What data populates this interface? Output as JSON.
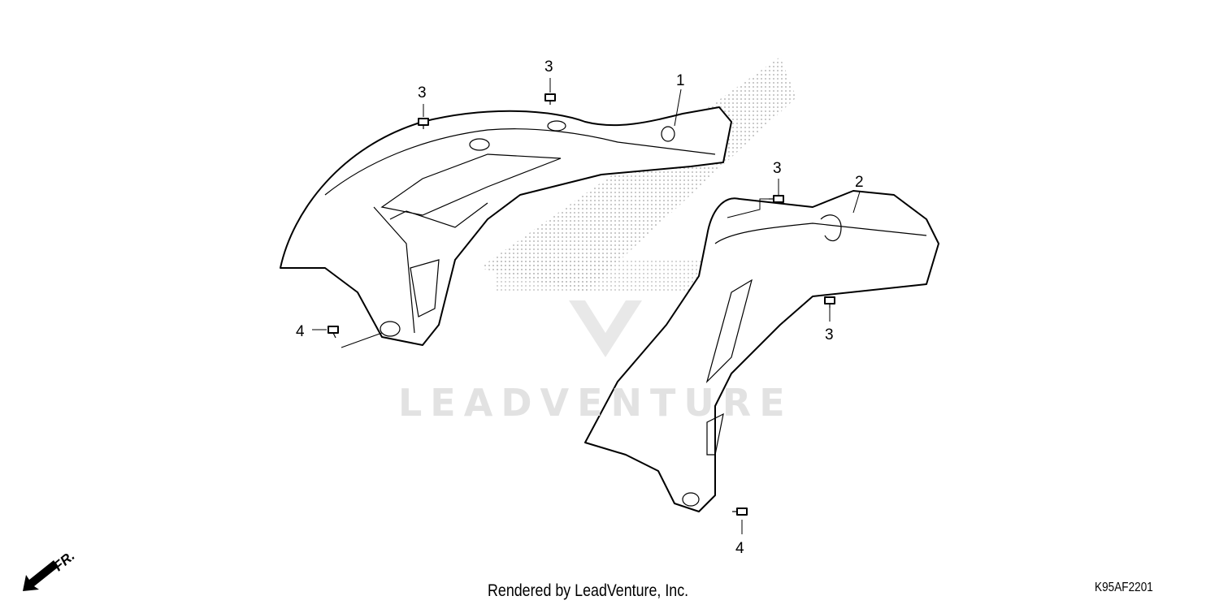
{
  "diagram": {
    "callouts": [
      {
        "id": "callout-3a",
        "label": "3"
      },
      {
        "id": "callout-3b",
        "label": "3"
      },
      {
        "id": "callout-1",
        "label": "1"
      },
      {
        "id": "callout-3c",
        "label": "3"
      },
      {
        "id": "callout-2",
        "label": "2"
      },
      {
        "id": "callout-4a",
        "label": "4"
      },
      {
        "id": "callout-3d",
        "label": "3"
      },
      {
        "id": "callout-4b",
        "label": "4"
      }
    ],
    "front_arrow_label": "FR.",
    "watermark": "LEADVENTURE"
  },
  "footer": {
    "credit": "Rendered by LeadVenture, Inc.",
    "diagram_code": "K95AF2201"
  }
}
